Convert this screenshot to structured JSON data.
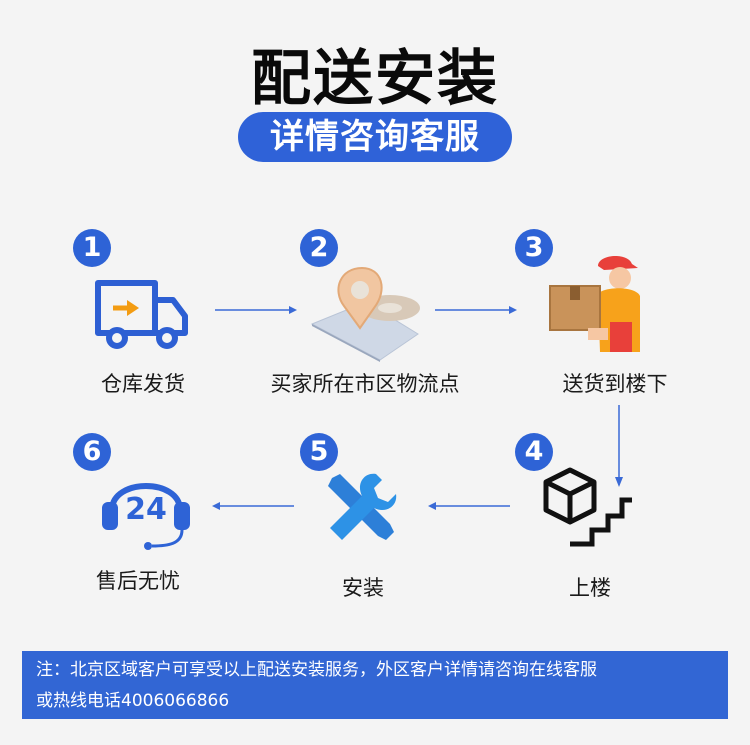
{
  "title": "配送安装",
  "subtitle": "详情咨询客服",
  "steps": [
    {
      "num": "1",
      "label": "仓库发货",
      "icon": "truck-icon"
    },
    {
      "num": "2",
      "label": "买家所在市区物流点",
      "icon": "location-pin-icon"
    },
    {
      "num": "3",
      "label": "送货到楼下",
      "icon": "delivery-man-icon"
    },
    {
      "num": "4",
      "label": "上楼",
      "icon": "box-stairs-icon"
    },
    {
      "num": "5",
      "label": "安装",
      "icon": "tools-icon"
    },
    {
      "num": "6",
      "label": "售后无忧",
      "icon": "headset-24-icon",
      "icon_text": "24"
    }
  ],
  "note": {
    "line1": "注：北京区域客户可享受以上配送安装服务，外区客户详情请咨询在线客服",
    "line2": "或热线电话4006066866"
  },
  "colors": {
    "accent": "#2f62d8",
    "orange": "#f39c12",
    "background": "#f4f4f4"
  }
}
